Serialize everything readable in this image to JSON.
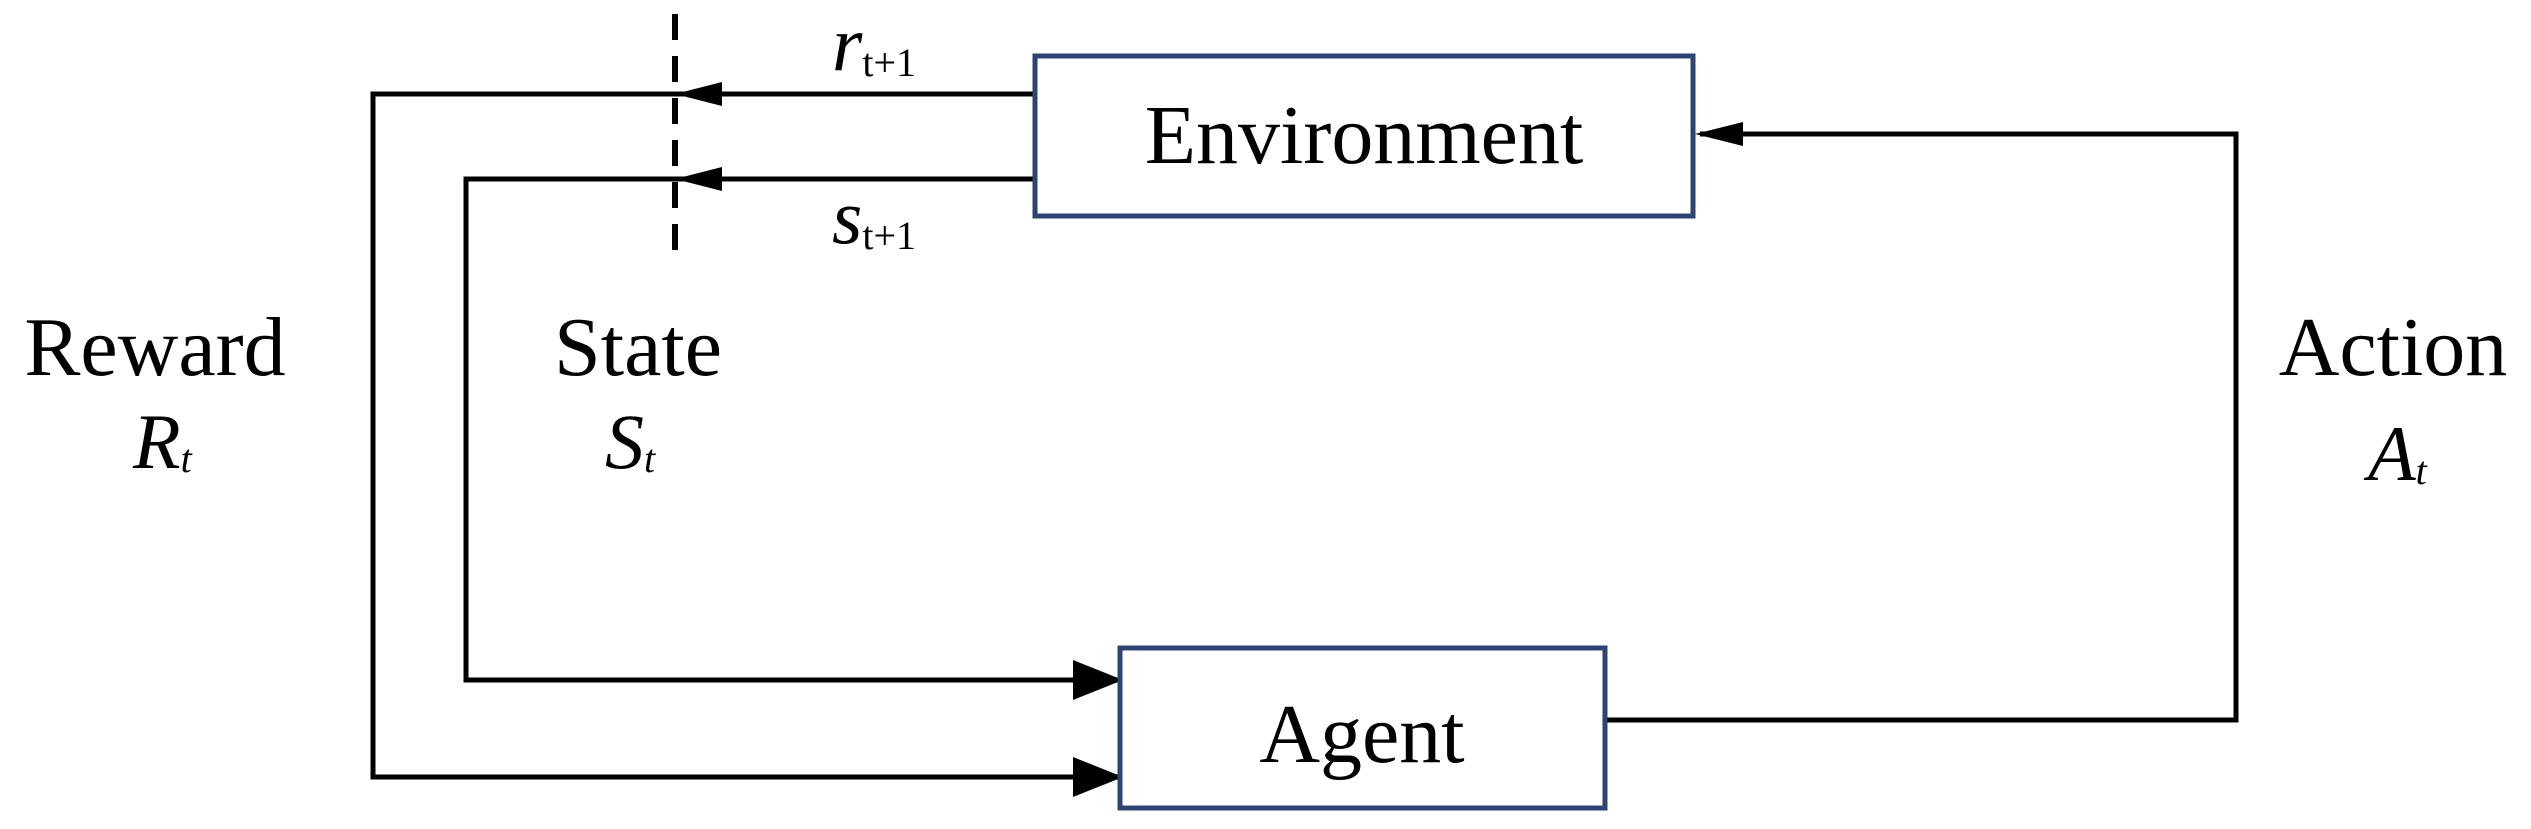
{
  "colors": {
    "box_border": "#2F4373",
    "line": "#000000",
    "text": "#000000",
    "background": "#ffffff"
  },
  "nodes": {
    "environment": {
      "label": "Environment"
    },
    "agent": {
      "label": "Agent"
    }
  },
  "labels": {
    "reward": {
      "word": "Reward",
      "symbol": "R",
      "sub": "t"
    },
    "state": {
      "word": "State",
      "symbol": "S",
      "sub": "t"
    },
    "action": {
      "word": "Action",
      "symbol": "A",
      "sub": "t"
    },
    "next_reward": {
      "symbol": "r",
      "sub": "t+1"
    },
    "next_state": {
      "symbol": "s",
      "sub": "t+1"
    }
  },
  "edges": [
    {
      "from": "environment",
      "to": "agent",
      "label": "next_reward / Reward"
    },
    {
      "from": "environment",
      "to": "agent",
      "label": "next_state / State"
    },
    {
      "from": "agent",
      "to": "environment",
      "label": "Action"
    }
  ]
}
